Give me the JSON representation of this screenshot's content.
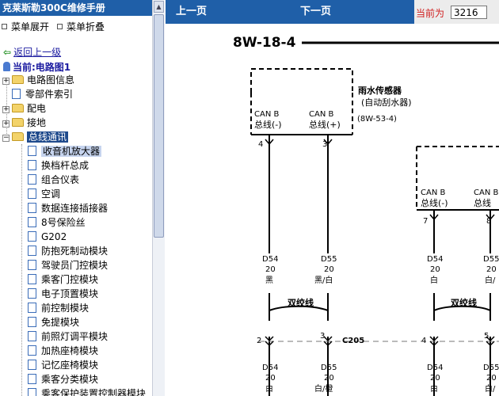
{
  "app_title": "克莱斯勒300C维修手册",
  "menu": {
    "expand": "菜单展开",
    "collapse": "菜单折叠"
  },
  "back_link": "返回上一级",
  "current_label": "当前:电路图1",
  "tree_top": [
    "电路图信息",
    "零部件索引",
    "配电",
    "接地",
    "总线通讯"
  ],
  "tree_children": [
    "收音机放大器",
    "换档杆总成",
    "组合仪表",
    "空调",
    "数据连接插接器",
    "8号保险丝",
    "G202",
    "防抱死制动模块",
    "驾驶员门控模块",
    "乘客门控模块",
    "电子顶置模块",
    "前控制模块",
    "免提模块",
    "前照灯调平模块",
    "加热座椅模块",
    "记忆座椅模块",
    "乘客分类模块",
    "乘客保护装置控制器模块"
  ],
  "nav": {
    "prev": "上一页",
    "next": "下一页",
    "current_page_label": "当前为",
    "current_page_value": "3216"
  },
  "diagram": {
    "page_code": "8W-18-4",
    "module1": {
      "title": "雨水传感器",
      "subtitle": "(自动刮水器)",
      "ref": "(8W-53-4)",
      "pin1_a": "CAN B",
      "pin1_b": "总线(-)",
      "pin2_a": "CAN B",
      "pin2_b": "总线(+)"
    },
    "module2": {
      "pin1_a": "CAN B",
      "pin1_b": "总线(-)",
      "pin2_a": "CAN B",
      "pin2_b": "总线"
    },
    "pins": {
      "p4": "4",
      "p3": "3",
      "p7": "7",
      "p8": "8",
      "c2": "2",
      "c3": "3",
      "c4": "4",
      "c5": "5"
    },
    "wires": {
      "w1": {
        "code": "D54",
        "gauge": "20",
        "color": "黑"
      },
      "w2": {
        "code": "D55",
        "gauge": "20",
        "color": "黑/白"
      },
      "w3": {
        "code": "D54",
        "gauge": "20",
        "color": "白"
      },
      "w4": {
        "code": "D55",
        "gauge": "20",
        "color": "白/"
      },
      "w5": {
        "code": "D54",
        "gauge": "20",
        "color": "白"
      },
      "w6": {
        "code": "D55",
        "gauge": "20",
        "color": "白/橙"
      },
      "w7": {
        "code": "D54",
        "gauge": "20",
        "color": "白"
      },
      "w8": {
        "code": "D55",
        "gauge": "20",
        "color": "白/"
      }
    },
    "twisted_label_1": "双绞线",
    "twisted_label_2": "双绞线",
    "connector": "C205"
  }
}
